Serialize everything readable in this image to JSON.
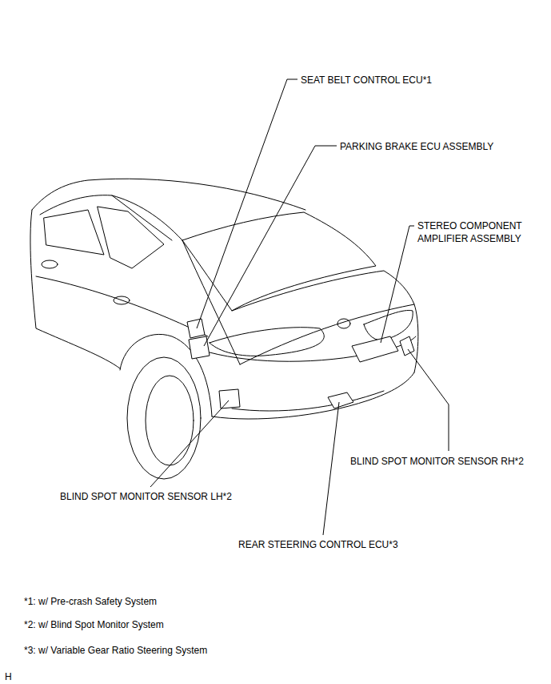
{
  "diagram": {
    "labels": [
      "SEAT BELT CONTROL ECU*1",
      "PARKING BRAKE ECU ASSEMBLY",
      "STEREO COMPONENT AMPLIFIER ASSEMBLY",
      "BLIND SPOT MONITOR SENSOR RH*2",
      "BLIND SPOT MONITOR SENSOR LH*2",
      "REAR STEERING CONTROL ECU*3",
      "*1: w/ Pre-crash Safety System",
      "*2: w/ Blind Spot Monitor System",
      "*3: w/ Variable Gear Ratio Steering System",
      "H"
    ]
  }
}
